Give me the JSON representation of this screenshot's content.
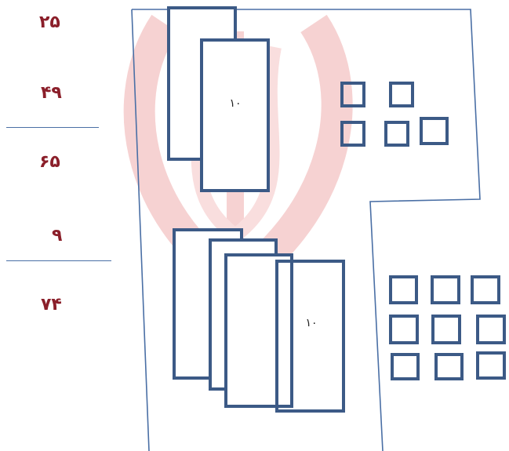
{
  "left_column": {
    "addend1": "۲۵",
    "addend2": "۴۹",
    "sum1": "۶۵",
    "addend3": "۹",
    "sum2": "۷۴"
  },
  "top_group": {
    "ten_rod_label": "۱۰",
    "ten_rods": 2,
    "unit_cubes": 5
  },
  "bottom_group": {
    "ten_rod_label": "۱۰",
    "ten_rods": 4,
    "unit_cubes": 9
  },
  "colors": {
    "numbers": "#8b1f2a",
    "block_stroke": "#3c5a86",
    "outline": "#4a6fa5",
    "watermark": "#f6d2d2"
  }
}
